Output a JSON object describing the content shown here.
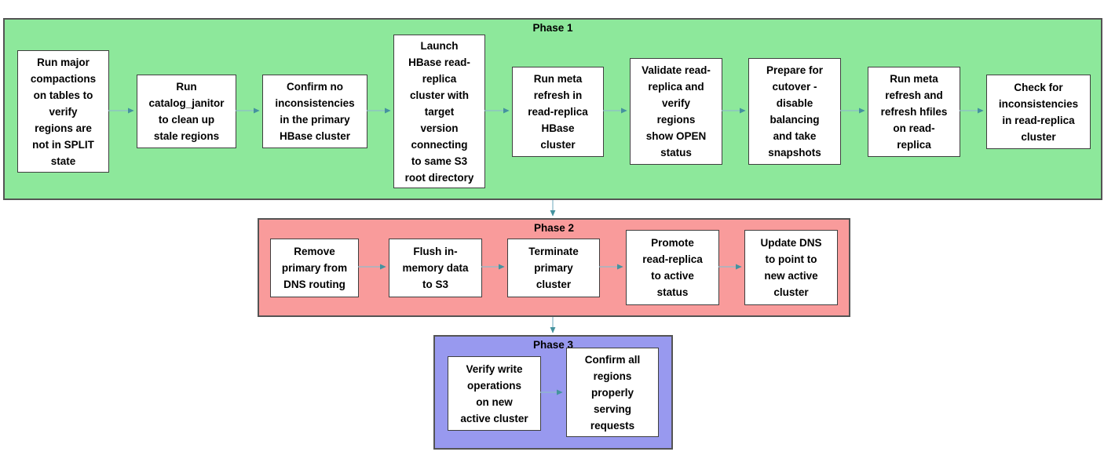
{
  "colors": {
    "phase1_fill": "#8de89b",
    "phase2_fill": "#f99b9b",
    "phase3_fill": "#9899ef",
    "box_fill": "#ffffff",
    "box_border": "#3f3f3f",
    "container_border": "#545454",
    "connector_line": "#8fbccb",
    "connector_arrowhead": "#44929e",
    "text": "#000000"
  },
  "diagram": {
    "phases": [
      {
        "label": "Phase 1",
        "steps": [
          "Run major\ncompactions\non tables to\nverify\nregions are\nnot in SPLIT\nstate",
          "Run\ncatalog_janitor\nto clean up\nstale regions",
          "Confirm no\ninconsistencies\nin the primary\nHBase cluster",
          "Launch\nHBase read-\nreplica\ncluster with\ntarget\nversion\nconnecting\nto same S3\nroot directory",
          "Run meta\nrefresh in\nread-replica\nHBase\ncluster",
          "Validate read-\nreplica and\nverify\nregions\nshow OPEN\nstatus",
          "Prepare for\ncutover -\ndisable\nbalancing\nand take\nsnapshots",
          "Run meta\nrefresh and\nrefresh hfiles\non read-\nreplica",
          "Check for\ninconsistencies\nin read-replica\ncluster"
        ]
      },
      {
        "label": "Phase 2",
        "steps": [
          "Remove\nprimary from\nDNS routing",
          "Flush in-\nmemory data\nto S3",
          "Terminate\nprimary\ncluster",
          "Promote\nread-replica\nto active\nstatus",
          "Update DNS\nto point to\nnew active\ncluster"
        ]
      },
      {
        "label": "Phase 3",
        "steps": [
          "Verify write\noperations\non new\nactive cluster",
          "Confirm all\nregions\nproperly\nserving\nrequests"
        ]
      }
    ]
  }
}
